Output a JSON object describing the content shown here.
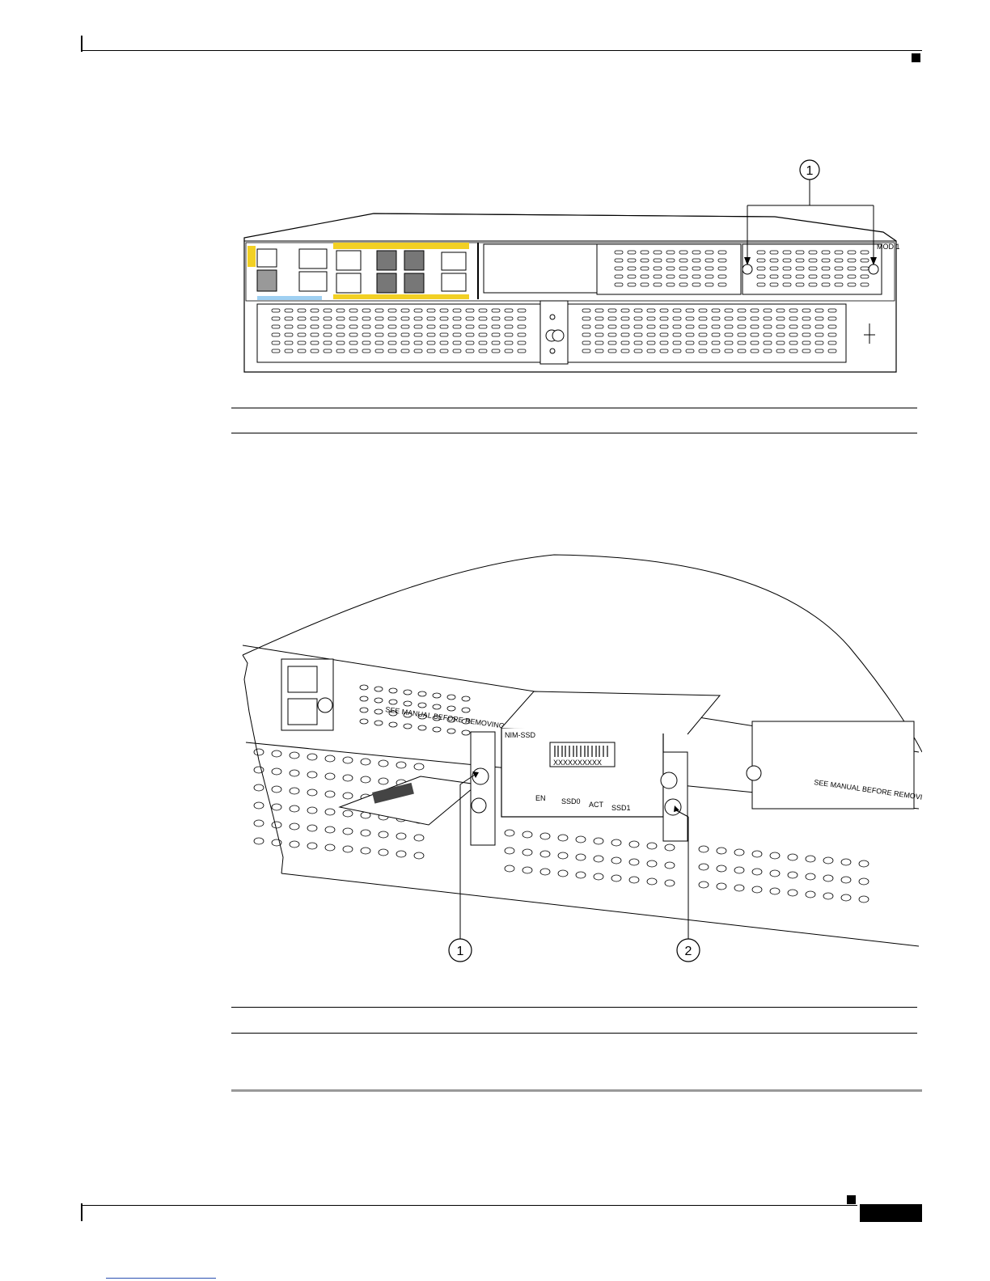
{
  "figure1": {
    "callouts": [
      "1"
    ],
    "mod_label": "MOD 1"
  },
  "figure2": {
    "module_name": "NIM-SSD",
    "barcode": "XXXXXXXXXX",
    "warning": "SEE MANUAL BEFORE REMOVING",
    "leds": [
      "EN",
      "SSD0",
      "ACT",
      "SSD1"
    ],
    "callouts": [
      "1",
      "2"
    ]
  },
  "footer": {
    "page_number": ""
  }
}
